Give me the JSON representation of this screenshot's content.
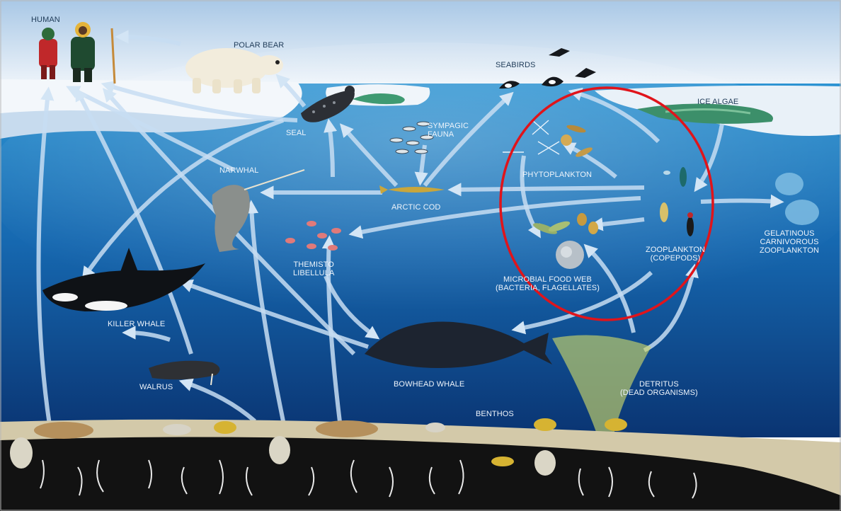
{
  "labels": {
    "human": "HUMAN",
    "polar_bear": "POLAR BEAR",
    "seabirds": "SEABIRDS",
    "ice_algae": "ICE ALGAE",
    "seal": "SEAL",
    "sympagic_fauna": [
      "SYMPAGIC",
      "FAUNA"
    ],
    "narwhal": "NARWHAL",
    "phytoplankton": "PHYTOPLANKTON",
    "arctic_cod": "ARCTIC COD",
    "gelatinous": [
      "GELATINOUS",
      "CARNIVOROUS",
      "ZOOPLANKTON"
    ],
    "zooplankton": [
      "ZOOPLANKTON",
      "(COPEPODS)"
    ],
    "themisto": [
      "THEMISTO",
      "LIBELLULA"
    ],
    "microbial": [
      "MICROBIAL FOOD WEB",
      "(BACTERIA, FLAGELLATES)"
    ],
    "killer_whale": "KILLER WHALE",
    "walrus": "WALRUS",
    "bowhead_whale": "BOWHEAD WHALE",
    "detritus": [
      "DETRITUS",
      "(DEAD ORGANISMS)"
    ],
    "benthos": "BENTHOS"
  },
  "colors": {
    "sky_top": "#cfe0ef",
    "ocean_light": "#1f84c6",
    "ocean_deep": "#0a3d7a",
    "ice": "#f4f8fb",
    "arrow": "#cfe2f4",
    "highlight_circle": "#e0141b",
    "sediment": "#d2c8a8",
    "seafloor": "#141414"
  }
}
